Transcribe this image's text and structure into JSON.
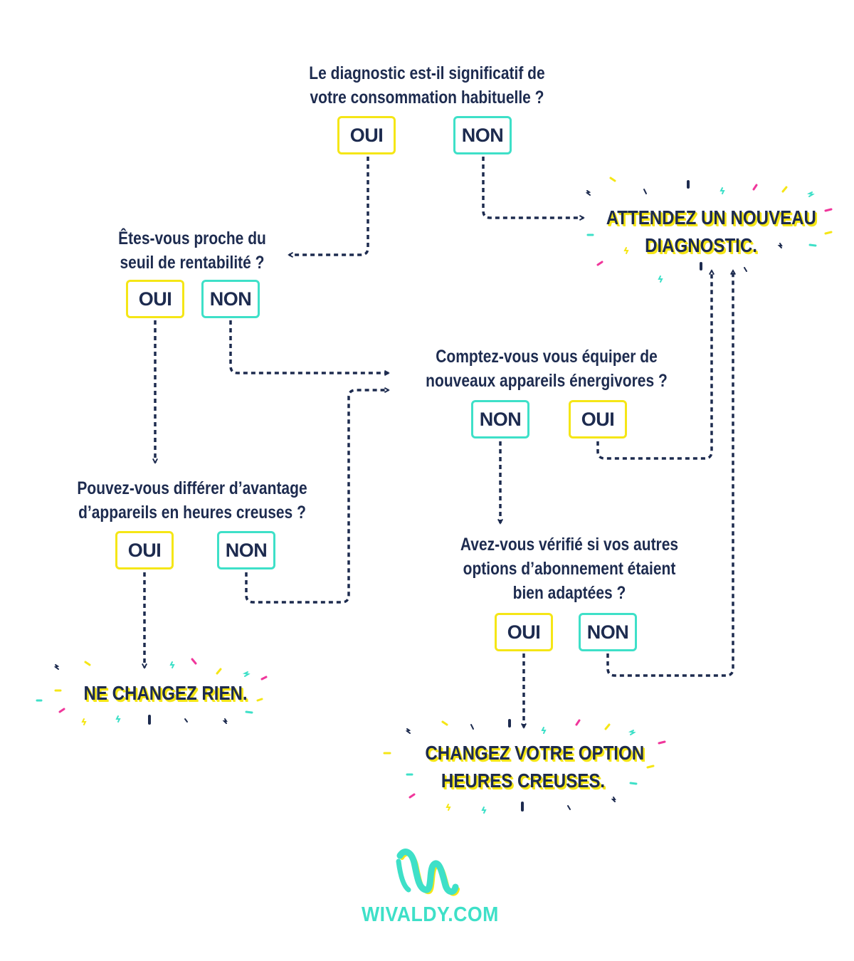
{
  "questions": {
    "q1": {
      "line1": "Le diagnostic est-il significatif de",
      "line2": "votre consommation habituelle ?"
    },
    "q2": {
      "line1": "Êtes-vous proche du",
      "line2": "seuil de rentabilité ?"
    },
    "q3": {
      "line1": "Pouvez-vous différer d’avantage",
      "line2": "d’appareils en heures creuses ?"
    },
    "q4": {
      "line1": "Comptez-vous vous équiper de",
      "line2": "nouveaux appareils énergivores ?"
    },
    "q5": {
      "line1": "Avez-vous vérifié si vos autres",
      "line2": "options d’abonnement étaient",
      "line3": "bien adaptées ?"
    }
  },
  "answers": {
    "yes": "OUI",
    "no": "NON"
  },
  "results": {
    "wait": {
      "line1": "ATTENDEZ UN NOUVEAU",
      "line2": "DIAGNOSTIC."
    },
    "nothing": {
      "line1": "NE CHANGEZ RIEN."
    },
    "change": {
      "line1": "CHANGEZ VOTRE OPTION",
      "line2": "HEURES CREUSES."
    }
  },
  "brand": {
    "name": "WIVALDY.COM"
  },
  "colors": {
    "navy": "#1d2b4f",
    "yellow": "#f5e616",
    "teal": "#3ee0c8",
    "pink": "#f0369b"
  },
  "icons": {
    "logo": "wivaldy-ribbon-logo"
  }
}
